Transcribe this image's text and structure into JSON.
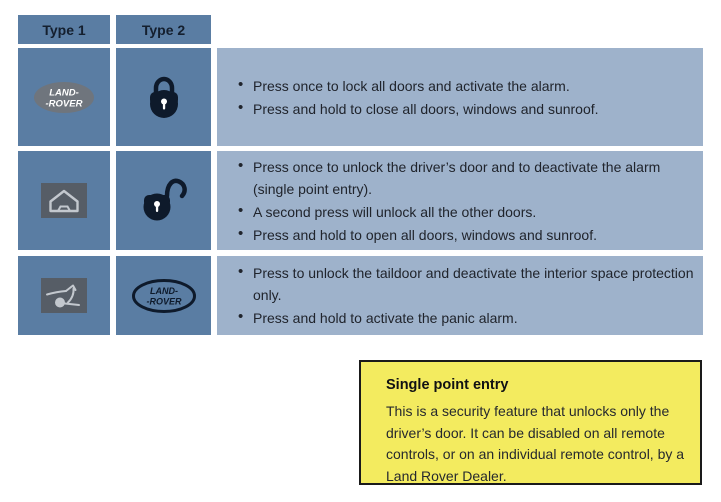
{
  "colors": {
    "cell_dark_blue": "#5a7da3",
    "cell_light_blue": "#9eb2cb",
    "button_gray": "#565d66",
    "button_icon_gray": "#c3c8ce",
    "logo_filled_gray": "#6f757d",
    "icon_navy": "#0e1a2b",
    "note_yellow": "#f3eb5f",
    "note_border": "#1a1a1a",
    "text_dark": "#20242c"
  },
  "table": {
    "headers": [
      {
        "label": "Type 1"
      },
      {
        "label": "Type 2"
      }
    ],
    "rows": [
      {
        "type1_icon": "land-rover-logo-filled",
        "type2_icon": "padlock-closed",
        "bullets": [
          "Press once to lock all doors and activate the alarm.",
          "Press and hold to close all doors, windows and sunroof."
        ]
      },
      {
        "type1_icon": "unlock-home-button",
        "type2_icon": "padlock-open",
        "bullets": [
          "Press once to unlock the driver’s door and to deactivate the alarm (single point entry).",
          "A second press will unlock all the other doors.",
          "Press and hold to open all doors, windows and sunroof."
        ]
      },
      {
        "type1_icon": "taildoor-button",
        "type2_icon": "land-rover-logo-outline",
        "bullets": [
          "Press to unlock the taildoor and deactivate the interior space protection only.",
          "Press and hold to activate the panic alarm."
        ]
      }
    ]
  },
  "logo": {
    "line1": "LAND-",
    "line2": "-ROVER"
  },
  "note": {
    "title": "Single point entry",
    "body": "This is a security feature that unlocks only the driver’s door. It can be disabled on all remote controls, or on an individual remote control, by a Land Rover Dealer."
  }
}
